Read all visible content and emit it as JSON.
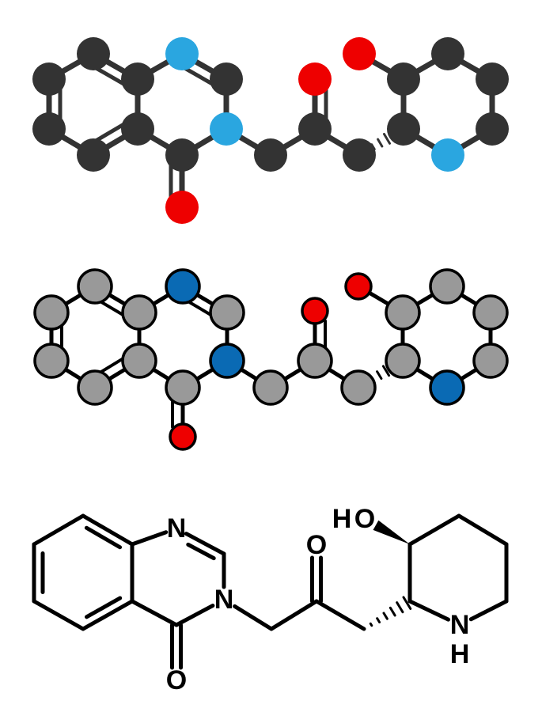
{
  "colors": {
    "background": "#ffffff",
    "panel1": {
      "carbon": "#333333",
      "nitrogen": "#2aa6e0",
      "oxygen": "#ee0000",
      "bond": "#333333"
    },
    "panel2": {
      "carbon": "#999999",
      "nitrogen": "#0a6ab4",
      "oxygen": "#ee0000",
      "outline": "#000000",
      "bond": "#000000"
    },
    "skeletal": "#000000"
  },
  "molecule": {
    "atoms": [
      {
        "id": 0,
        "el": "C"
      },
      {
        "id": 1,
        "el": "C"
      },
      {
        "id": 2,
        "el": "C"
      },
      {
        "id": 3,
        "el": "C"
      },
      {
        "id": 4,
        "el": "C"
      },
      {
        "id": 5,
        "el": "C"
      },
      {
        "id": 6,
        "el": "N"
      },
      {
        "id": 7,
        "el": "C"
      },
      {
        "id": 8,
        "el": "N"
      },
      {
        "id": 9,
        "el": "C"
      },
      {
        "id": 10,
        "el": "O"
      },
      {
        "id": 11,
        "el": "C"
      },
      {
        "id": 12,
        "el": "C"
      },
      {
        "id": 13,
        "el": "O"
      },
      {
        "id": 14,
        "el": "C"
      },
      {
        "id": 15,
        "el": "C"
      },
      {
        "id": 16,
        "el": "C"
      },
      {
        "id": 17,
        "el": "O"
      },
      {
        "id": 18,
        "el": "C"
      },
      {
        "id": 19,
        "el": "C"
      },
      {
        "id": 20,
        "el": "C"
      },
      {
        "id": 21,
        "el": "N"
      }
    ],
    "bonds": [
      {
        "a": 0,
        "b": 1,
        "order": 1
      },
      {
        "a": 1,
        "b": 2,
        "order": 2
      },
      {
        "a": 2,
        "b": 3,
        "order": 1
      },
      {
        "a": 3,
        "b": 4,
        "order": 2
      },
      {
        "a": 4,
        "b": 5,
        "order": 1
      },
      {
        "a": 5,
        "b": 0,
        "order": 2
      },
      {
        "a": 2,
        "b": 6,
        "order": 1
      },
      {
        "a": 6,
        "b": 7,
        "order": 2
      },
      {
        "a": 7,
        "b": 8,
        "order": 1
      },
      {
        "a": 8,
        "b": 9,
        "order": 1
      },
      {
        "a": 9,
        "b": 3,
        "order": 1
      },
      {
        "a": 9,
        "b": 10,
        "order": 2
      },
      {
        "a": 8,
        "b": 11,
        "order": 1
      },
      {
        "a": 11,
        "b": 12,
        "order": 1
      },
      {
        "a": 12,
        "b": 13,
        "order": 2
      },
      {
        "a": 12,
        "b": 14,
        "order": 1
      },
      {
        "a": 14,
        "b": 15,
        "order": 1,
        "stereo": "hash"
      },
      {
        "a": 15,
        "b": 16,
        "order": 1
      },
      {
        "a": 16,
        "b": 17,
        "order": 1,
        "stereo": "wedge"
      },
      {
        "a": 16,
        "b": 18,
        "order": 1
      },
      {
        "a": 18,
        "b": 19,
        "order": 1
      },
      {
        "a": 19,
        "b": 20,
        "order": 1
      },
      {
        "a": 20,
        "b": 21,
        "order": 1
      },
      {
        "a": 21,
        "b": 15,
        "order": 1
      }
    ]
  },
  "labels": {
    "n3": "N",
    "n1": "N",
    "o4": "O",
    "o_ketone": "O",
    "hydroxyl_o": "O",
    "hydroxyl_h": "H",
    "amine_n": "N",
    "amine_h": "H"
  }
}
